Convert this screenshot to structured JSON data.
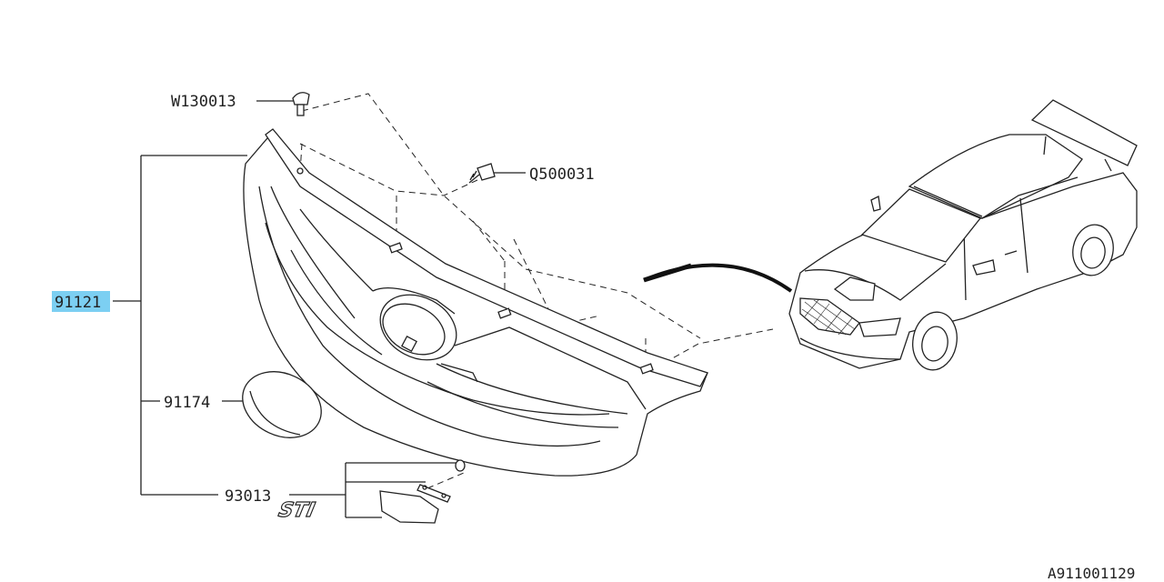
{
  "diagram": {
    "reference_id": "A911001129",
    "highlight_color": "#7ccff2",
    "callouts": [
      {
        "id": "w130013",
        "label": "W130013",
        "highlighted": false
      },
      {
        "id": "q500031",
        "label": "Q500031",
        "highlighted": false
      },
      {
        "id": "91121",
        "label": "91121",
        "highlighted": true
      },
      {
        "id": "91174",
        "label": "91174",
        "highlighted": false
      },
      {
        "id": "93013",
        "label": "93013",
        "highlighted": false
      }
    ],
    "emblem_text": "STI"
  }
}
